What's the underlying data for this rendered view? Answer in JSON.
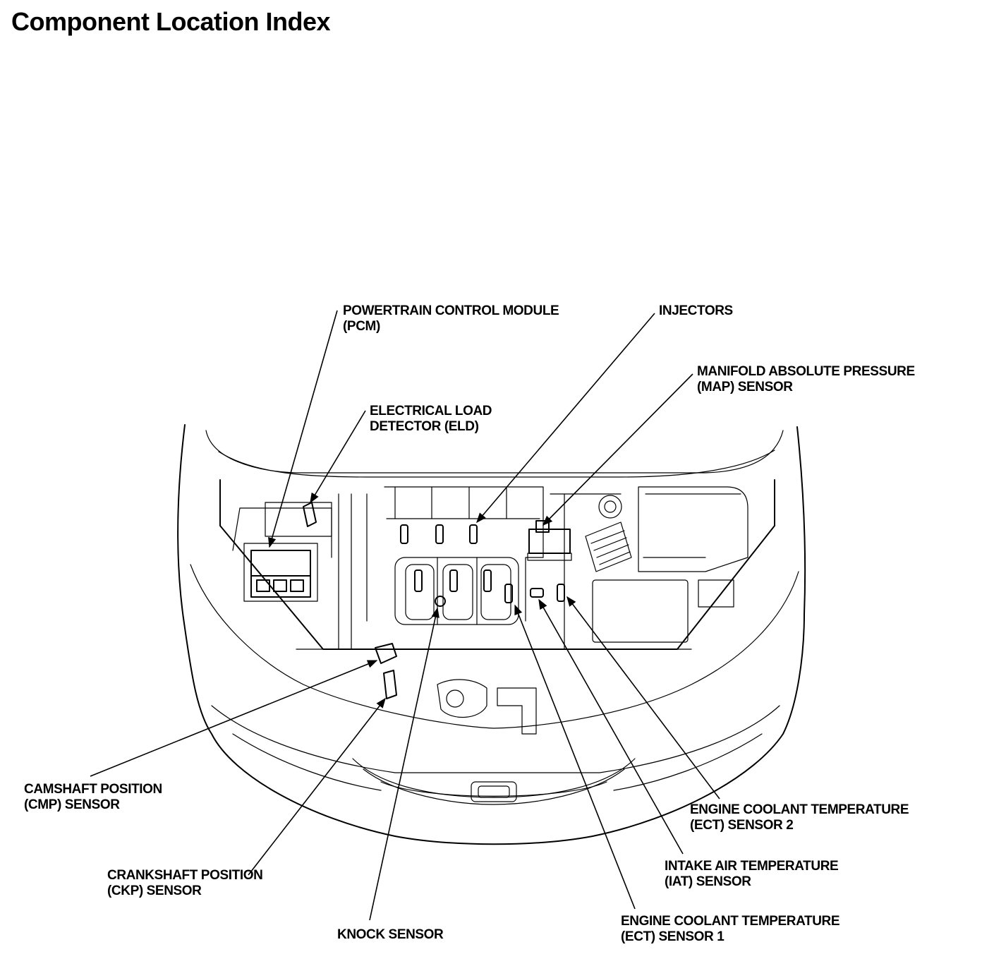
{
  "page": {
    "title": "Component Location Index"
  },
  "labels": {
    "pcm": {
      "line1": "POWERTRAIN CONTROL MODULE",
      "line2": "(PCM)"
    },
    "injectors": {
      "line1": "INJECTORS"
    },
    "map": {
      "line1": "MANIFOLD ABSOLUTE PRESSURE",
      "line2": "(MAP) SENSOR"
    },
    "eld": {
      "line1": "ELECTRICAL LOAD",
      "line2": "DETECTOR (ELD)"
    },
    "cmp": {
      "line1": "CAMSHAFT POSITION",
      "line2": "(CMP) SENSOR"
    },
    "ckp": {
      "line1": "CRANKSHAFT POSITION",
      "line2": "(CKP) SENSOR"
    },
    "knock": {
      "line1": "KNOCK SENSOR"
    },
    "ect2": {
      "line1": "ENGINE COOLANT TEMPERATURE",
      "line2": "(ECT) SENSOR 2"
    },
    "iat": {
      "line1": "INTAKE AIR TEMPERATURE",
      "line2": "(IAT) SENSOR"
    },
    "ect1": {
      "line1": "ENGINE COOLANT TEMPERATURE",
      "line2": "(ECT) SENSOR 1"
    }
  }
}
